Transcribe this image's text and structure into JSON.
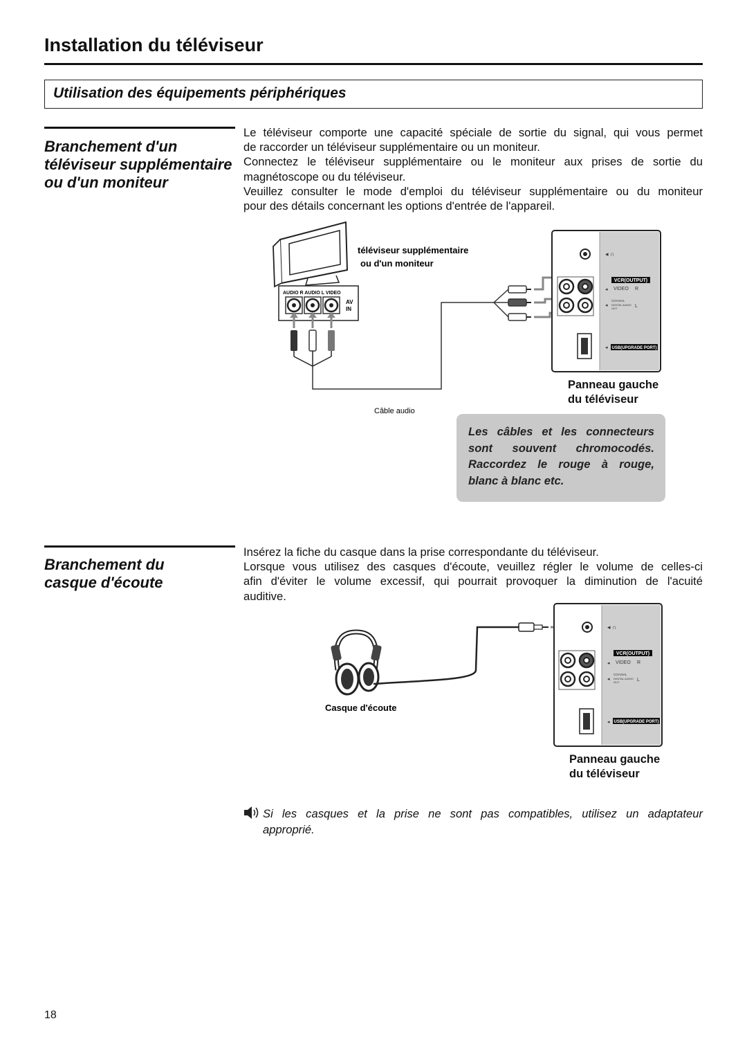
{
  "header": {
    "title": "Installation du téléviseur",
    "section_title": "Utilisation des équipements périphériques"
  },
  "monitor_section": {
    "heading_lines": [
      "Branchement d'un",
      "téléviseur supplémentaire",
      "ou d'un moniteur"
    ],
    "paragraph_lines": [
      "Le téléviseur comporte une capacité spéciale de sortie du signal, qui vous permet",
      "de raccorder un téléviseur supplémentaire ou un moniteur.",
      "Connectez le téléviseur supplémentaire ou le moniteur aux prises de sortie du",
      "magnétoscope ou du téléviseur.",
      "Veuillez consulter le mode d'emploi du téléviseur supplémentaire ou du moniteur",
      "pour des détails concernant les options d'entrée de l'appareil."
    ],
    "figure": {
      "monitor_label_line1": "téléviseur supplémentaire",
      "monitor_label_line2": "ou d'un moniteur",
      "input_labels": "AUDIO R  AUDIO L  VIDEO",
      "av_in_line1": "AV",
      "av_in_line2": "IN",
      "cable_label": "Câble audio",
      "vcr_output_label": "VCR(OUTPUT)",
      "video_label": "VIDEO",
      "r_label": "R",
      "l_label": "L",
      "coaxial_label": "COAXIAL",
      "digital_audio_label": "DIGITAL AUDIO",
      "out_label": "OUT",
      "usb_label": "USB(UPGRADE PORT)",
      "panel_caption_line1": "Panneau gauche",
      "panel_caption_line2": "du téléviseur"
    },
    "tip_lines": [
      "Les câbles et les connecteurs",
      "sont souvent chromocodés.",
      "Raccordez le rouge à rouge,",
      "blanc à blanc etc."
    ]
  },
  "headphone_section": {
    "heading_lines": [
      "Branchement du",
      "casque d'écoute"
    ],
    "paragraph_lines": [
      "Insérez la fiche du casque dans la prise correspondante du téléviseur.",
      "Lorsque vous utilisez des casques d'écoute, veuillez régler le volume de celles-ci",
      "afin d'éviter le volume excessif, qui pourrait provoquer la diminution de l'acuité",
      "auditive."
    ],
    "figure": {
      "headphone_label": "Casque d'écoute",
      "vcr_output_label": "VCR(OUTPUT)",
      "video_label": "VIDEO",
      "r_label": "R",
      "l_label": "L",
      "coaxial_label": "COAXIAL",
      "digital_audio_label": "DIGITAL AUDIO",
      "out_label": "OUT",
      "usb_label": "USB(UPGRADE PORT)",
      "panel_caption_line1": "Panneau gauche",
      "panel_caption_line2": "du téléviseur"
    },
    "note_lines": [
      "Si les casques et la prise ne sont pas compatibles, utilisez un adaptateur",
      "approprié."
    ]
  },
  "footer": {
    "page_number": "18"
  }
}
